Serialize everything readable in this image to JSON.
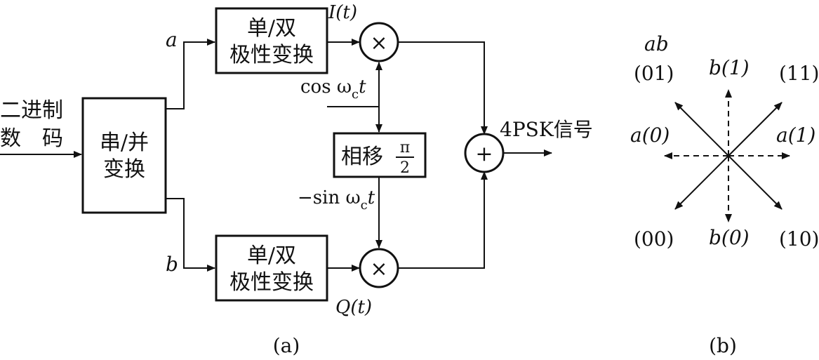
{
  "panel_a": {
    "input_label_line1": "二进制",
    "input_label_line2": "数　码",
    "sp_block_line1": "串/并",
    "sp_block_line2": "变换",
    "branch_a": "a",
    "branch_b": "b",
    "upper_block_line1": "单/双",
    "upper_block_line2": "极性变换",
    "lower_block_line1": "单/双",
    "lower_block_line2": "极性变换",
    "I_label": "I(t)",
    "Q_label": "Q(t)",
    "cos_label": "cos ω",
    "cos_sub": "c",
    "cos_t": "t",
    "sin_label": "−sin ω",
    "sin_sub": "c",
    "sin_t": "t",
    "phase_block": "相移",
    "phase_num": "π",
    "phase_den": "2",
    "multiplier_symbol": "×",
    "adder_symbol": "+",
    "output_label": "4PSK信号",
    "caption": "(a)"
  },
  "panel_b": {
    "header": "ab",
    "p01": "(01)",
    "p11": "(11)",
    "p00": "(00)",
    "p10": "(10)",
    "b1": "b(1)",
    "b0": "b(0)",
    "a0": "a(0)",
    "a1": "a(1)",
    "caption": "(b)"
  }
}
